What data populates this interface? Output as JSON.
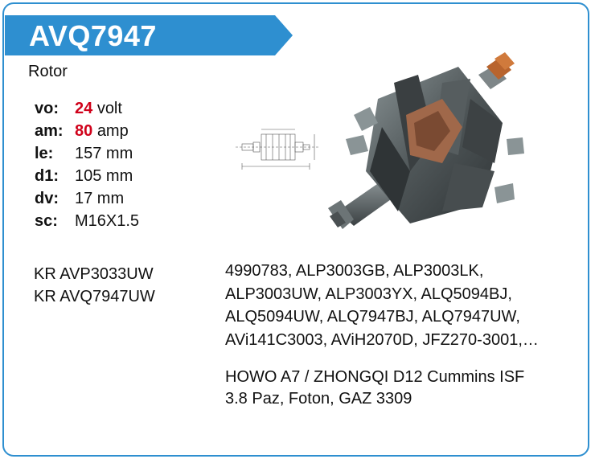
{
  "header": {
    "part_number": "AVQ7947",
    "accent_color": "#2e8fd0"
  },
  "subtitle": "Rotor",
  "specs": [
    {
      "key": "vo:",
      "value": "24",
      "unit": "volt",
      "highlight": true
    },
    {
      "key": "am:",
      "value": "80",
      "unit": "amp",
      "highlight": true
    },
    {
      "key": "le:",
      "value": "157 mm",
      "unit": "",
      "highlight": false
    },
    {
      "key": "d1:",
      "value": "105 mm",
      "unit": "",
      "highlight": false
    },
    {
      "key": "dv:",
      "value": "17 mm",
      "unit": "",
      "highlight": false
    },
    {
      "key": "sc:",
      "value": "M16X1.5",
      "unit": "",
      "highlight": false
    }
  ],
  "kr_refs": [
    "KR AVP3033UW",
    "KR AVQ7947UW"
  ],
  "oe_lines": [
    "4990783, ALP3003GB, ALP3003LK,",
    "ALP3003UW, ALP3003YX, ALQ5094BJ,",
    "ALQ5094UW, ALQ7947BJ, ALQ7947UW,",
    "AVi141C3003, AViH2070D, JFZ270-3001,…"
  ],
  "applications": [
    "HOWO A7 / ZHONGQI D12 Cummins ISF",
    "3.8 Paz, Foton, GAZ 3309"
  ],
  "highlight_color": "#d0021b"
}
